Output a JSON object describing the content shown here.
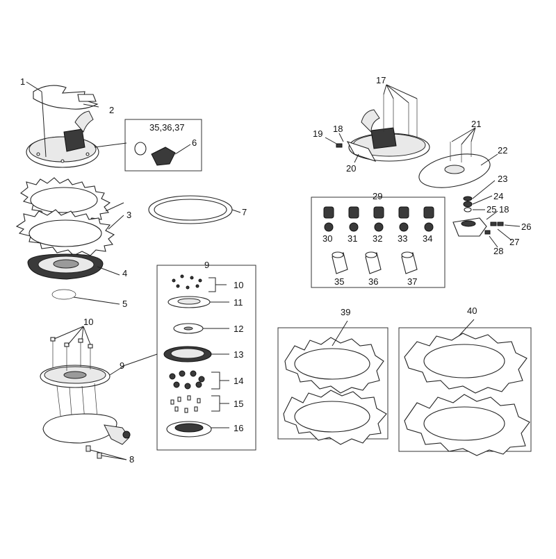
{
  "callouts": {
    "c1": "1",
    "c2": "2",
    "c3": "3",
    "c4": "4",
    "c5": "5",
    "c6": "6",
    "c7": "7",
    "c8": "8",
    "c9a": "9",
    "c9b": "9",
    "c10a": "10",
    "c10b": "10",
    "c11": "11",
    "c12": "12",
    "c13": "13",
    "c14": "14",
    "c15": "15",
    "c16": "16",
    "c17": "17",
    "c18a": "18",
    "c18b": "18",
    "c19": "19",
    "c20": "20",
    "c21": "21",
    "c22": "22",
    "c23": "23",
    "c24": "24",
    "c25": "25",
    "c26": "26",
    "c27": "27",
    "c28": "28",
    "c29": "29",
    "c30": "30",
    "c31": "31",
    "c32": "32",
    "c33": "33",
    "c34": "34",
    "c35": "35",
    "c36": "36",
    "c37": "37",
    "c39": "39",
    "c40": "40",
    "c353637": "35,36,37"
  }
}
